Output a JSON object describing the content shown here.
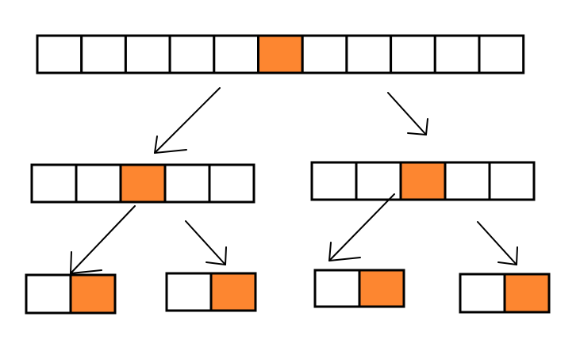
{
  "colors": {
    "background": "#ffffff",
    "cell": "#ffffff",
    "highlight": "#fd8630",
    "stroke": "#000000"
  },
  "arrays": [
    {
      "id": "root",
      "cells": 11,
      "highlight": 5
    },
    {
      "id": "left",
      "cells": 5,
      "highlight": 2
    },
    {
      "id": "right",
      "cells": 5,
      "highlight": 2
    },
    {
      "id": "left-left",
      "cells": 2,
      "highlight": 1
    },
    {
      "id": "left-right",
      "cells": 2,
      "highlight": 1
    },
    {
      "id": "right-left",
      "cells": 2,
      "highlight": 1
    },
    {
      "id": "right-right",
      "cells": 2,
      "highlight": 1
    }
  ],
  "edges": [
    {
      "from": "root",
      "to": "left"
    },
    {
      "from": "root",
      "to": "right"
    },
    {
      "from": "left",
      "to": "left-left"
    },
    {
      "from": "left",
      "to": "left-right"
    },
    {
      "from": "right",
      "to": "right-left"
    },
    {
      "from": "right",
      "to": "right-right"
    }
  ]
}
